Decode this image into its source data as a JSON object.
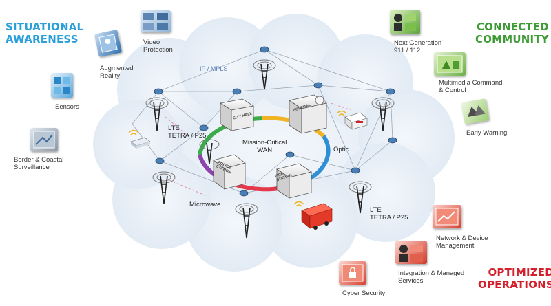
{
  "headings": {
    "situational": [
      "SITUATIONAL",
      "AWARENESS"
    ],
    "connected": [
      "CONNECTED",
      "COMMUNITY"
    ],
    "optimized": [
      "OPTIMIZED",
      "OPERATIONS"
    ]
  },
  "apps": {
    "video_protection": [
      "Video",
      "Protection"
    ],
    "augmented_reality": [
      "Augmented",
      "Reality"
    ],
    "sensors": [
      "Sensors"
    ],
    "border_surveillance": [
      "Border & Coastal",
      "Surveillance"
    ],
    "next_generation": [
      "Next Generation",
      "911 / 112"
    ],
    "multimedia_command": [
      "Multimedia Command",
      "& Control"
    ],
    "early_warning": [
      "Early Warning"
    ],
    "network_management": [
      "Network & Device",
      "Management"
    ],
    "integration_services": [
      "Integration & Managed",
      "Services"
    ],
    "cyber_security": [
      "Cyber Security"
    ]
  },
  "network": {
    "ip_mpls": "IP / MPLS",
    "wan": [
      "Mission-Critical",
      "WAN"
    ],
    "optic": "Optic",
    "microwave": "Microwave",
    "lte_left": [
      "LTE",
      "TETRA / P25"
    ],
    "lte_right": [
      "LTE",
      "TETRA / P25"
    ]
  },
  "buildings": {
    "city_hall": "CITY HALL",
    "hospital": "HOSPITAL",
    "police": [
      "POLICE",
      "STATION"
    ],
    "fire": [
      "FIRE",
      "STATION"
    ]
  },
  "colors": {
    "situational": "#2a9fd8",
    "connected": "#3f9b35",
    "optimized": "#d3202d",
    "cloud": "#e4edf6",
    "node": "#4a7fb5"
  }
}
